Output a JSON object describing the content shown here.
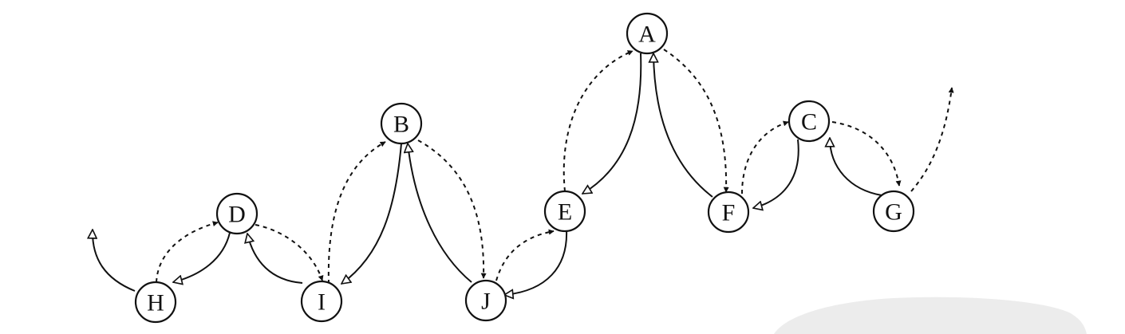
{
  "nodes": {
    "A": "A",
    "B": "B",
    "C": "C",
    "D": "D",
    "E": "E",
    "F": "F",
    "G": "G",
    "H": "H",
    "I": "I",
    "J": "J"
  },
  "edges": [
    {
      "from": "H",
      "to": "D",
      "style": "dashed",
      "arrow": "filled"
    },
    {
      "from": "D",
      "to": "H",
      "style": "solid",
      "arrow": "hollow"
    },
    {
      "from": "D",
      "to": "I",
      "style": "dashed",
      "arrow": "filled"
    },
    {
      "from": "I",
      "to": "D",
      "style": "solid",
      "arrow": "hollow"
    },
    {
      "from": "I",
      "to": "B",
      "style": "dashed",
      "arrow": "filled"
    },
    {
      "from": "B",
      "to": "I",
      "style": "solid",
      "arrow": "hollow"
    },
    {
      "from": "B",
      "to": "J",
      "style": "dashed",
      "arrow": "filled"
    },
    {
      "from": "J",
      "to": "B",
      "style": "solid",
      "arrow": "hollow"
    },
    {
      "from": "J",
      "to": "E",
      "style": "dashed",
      "arrow": "filled"
    },
    {
      "from": "E",
      "to": "J",
      "style": "solid",
      "arrow": "hollow"
    },
    {
      "from": "E",
      "to": "A",
      "style": "dashed",
      "arrow": "filled"
    },
    {
      "from": "A",
      "to": "E",
      "style": "solid",
      "arrow": "hollow"
    },
    {
      "from": "A",
      "to": "F",
      "style": "dashed",
      "arrow": "filled"
    },
    {
      "from": "F",
      "to": "A",
      "style": "solid",
      "arrow": "hollow"
    },
    {
      "from": "F",
      "to": "C",
      "style": "dashed",
      "arrow": "filled"
    },
    {
      "from": "C",
      "to": "F",
      "style": "solid",
      "arrow": "hollow"
    },
    {
      "from": "C",
      "to": "G",
      "style": "dashed",
      "arrow": "filled"
    },
    {
      "from": "G",
      "to": "C",
      "style": "solid",
      "arrow": "hollow"
    },
    {
      "from": "H",
      "to": "outside-left",
      "style": "solid",
      "arrow": "hollow"
    },
    {
      "from": "G",
      "to": "outside-right",
      "style": "dashed",
      "arrow": "filled"
    }
  ],
  "colors": {
    "stroke": "#111111",
    "node_fill": "#ffffff",
    "background": "#ffffff",
    "shadow": "#ececec"
  }
}
